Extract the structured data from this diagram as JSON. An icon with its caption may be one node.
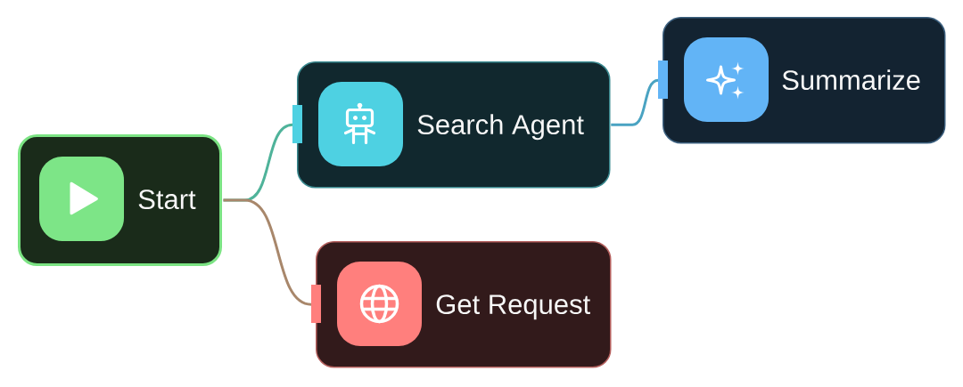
{
  "diagram": {
    "nodes": [
      {
        "text": [
          "Start"
        ]
      },
      {
        "text": [
          "Search Agent"
        ]
      },
      {
        "text": [
          "Summarize"
        ]
      },
      {
        "text": [
          "Get Request"
        ]
      }
    ],
    "edges": [
      {
        "from": 0,
        "to": 1,
        "arrow": "none",
        "color": "#4fb39a"
      },
      {
        "from": 0,
        "to": 3,
        "arrow": "none",
        "color": "#a8876b"
      },
      {
        "from": 1,
        "to": 2,
        "arrow": "none",
        "color": "#4aa3c2"
      }
    ]
  }
}
